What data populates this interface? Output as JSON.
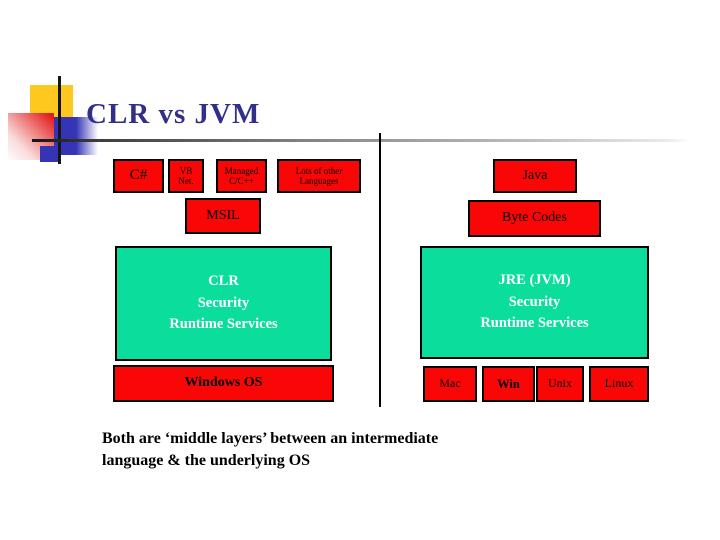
{
  "slide": {
    "title": "CLR vs JVM",
    "footer": "Both are ‘middle layers’ between an intermediate\nlanguage & the underlying OS"
  },
  "clr_side": {
    "languages": [
      {
        "label": "C#"
      },
      {
        "label": "VB\nNet."
      },
      {
        "label": "Managed\nC/C++"
      },
      {
        "label": "Lots of other\nLanguages"
      }
    ],
    "intermediate": "MSIL",
    "runtime": "CLR\nSecurity\nRuntime Services",
    "os": [
      {
        "label": "Windows OS"
      }
    ]
  },
  "jvm_side": {
    "languages": [
      {
        "label": "Java"
      }
    ],
    "intermediate": "Byte Codes",
    "runtime": "JRE (JVM)\nSecurity\nRuntime Services",
    "os": [
      {
        "label": "Mac"
      },
      {
        "label": "Win"
      },
      {
        "label": "Unix"
      },
      {
        "label": "Linux"
      }
    ]
  },
  "colors": {
    "red": "#F90606",
    "green": "#0BDD9D",
    "titleBlue": "#30308A"
  }
}
